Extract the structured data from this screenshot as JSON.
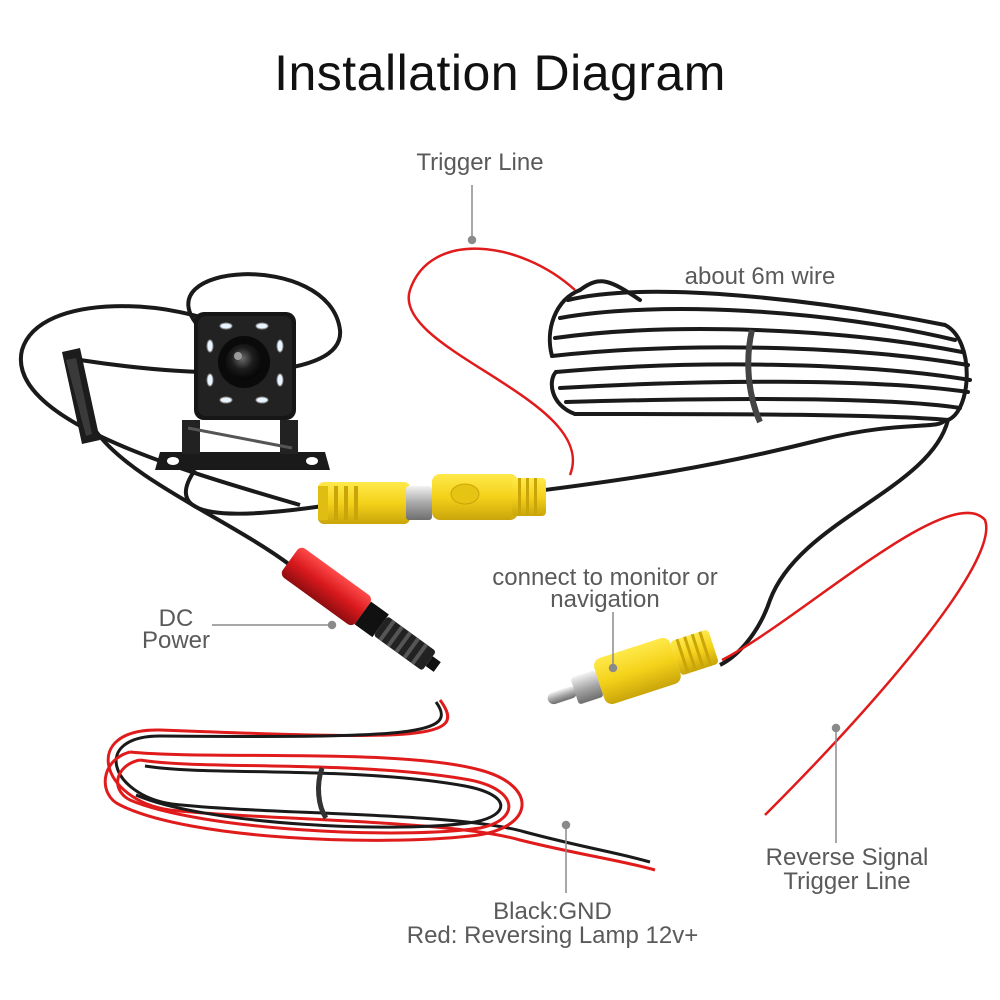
{
  "title": "Installation Diagram",
  "labels": {
    "trigger_line": "Trigger Line",
    "wire_length": "about 6m wire",
    "monitor": [
      "connect to monitor or",
      "navigation"
    ],
    "dc_power": [
      "DC",
      "Power"
    ],
    "reverse_signal": [
      "Reverse Signal",
      "Trigger Line"
    ],
    "ground": [
      "Black:GND",
      "Red: Reversing Lamp 12v+"
    ]
  },
  "colors": {
    "cable_black": "#1a1a1a",
    "wire_red": "#e01b1b",
    "connector_yellow": "#f4d21a",
    "connector_red": "#d8191d",
    "leader": "#8a8a8a",
    "label_text": "#5a5a5a"
  }
}
